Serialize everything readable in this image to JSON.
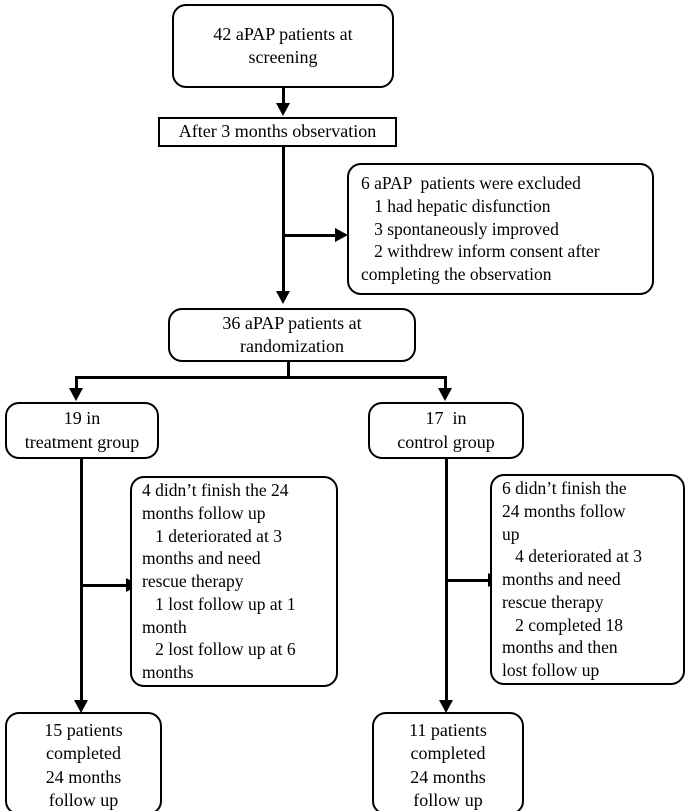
{
  "diagram": {
    "title": "aPAP patient study CONSORT flow diagram",
    "nodes": {
      "screening": {
        "lines": [
          "42 aPAP patients at",
          "screening"
        ]
      },
      "observation": {
        "lines": [
          "After 3 months observation"
        ]
      },
      "excluded": {
        "lines": [
          "6 aPAP  patients were excluded",
          "   1 had hepatic disfunction",
          "   3 spontaneously improved",
          "   2 withdrew inform consent after",
          "completing the observation"
        ]
      },
      "randomization": {
        "lines": [
          "36 aPAP patients at",
          "randomization"
        ]
      },
      "treatment_group": {
        "lines": [
          "19 in",
          "treatment group"
        ]
      },
      "control_group": {
        "lines": [
          "17  in",
          "control group"
        ]
      },
      "treatment_dropout": {
        "lines": [
          "4 didn’t finish the 24",
          "months follow up",
          "   1 deteriorated at 3",
          "months and need",
          "rescue therapy",
          "   1 lost follow up at 1",
          "month",
          "   2 lost follow up at 6",
          "months"
        ]
      },
      "control_dropout": {
        "lines": [
          "6 didn’t finish the",
          "24 months follow",
          "up",
          "   4 deteriorated at 3",
          "months and need",
          "rescue therapy",
          "   2 completed 18",
          "months and then",
          "lost follow up"
        ]
      },
      "treatment_completed": {
        "lines": [
          "15 patients",
          "completed",
          "24 months",
          "follow up"
        ]
      },
      "control_completed": {
        "lines": [
          "11 patients",
          "completed",
          "24 months",
          "follow up"
        ]
      }
    },
    "colors": {
      "stroke": "#000000",
      "fill": "#ffffff",
      "text": "#000000"
    }
  }
}
